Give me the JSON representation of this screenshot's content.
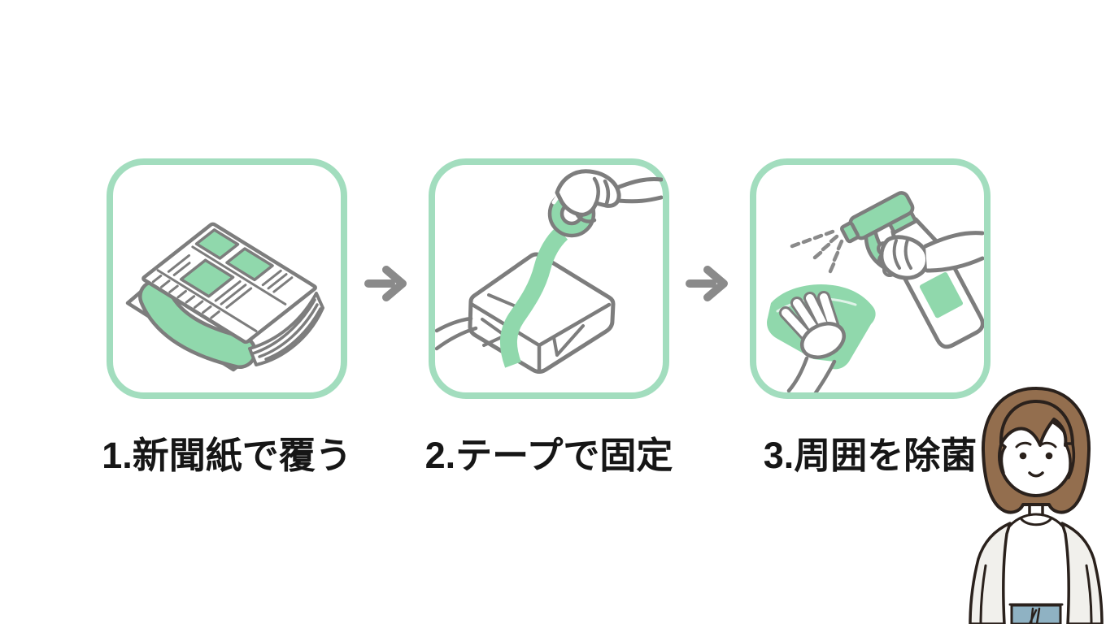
{
  "colors": {
    "background": "#ffffff",
    "card_border": "#a2ddbe",
    "accent_green": "#90d8ac",
    "outline_gray": "#7d7d7d",
    "arrow_gray": "#8a8a8a",
    "label_text": "#161616",
    "mascot_outline": "#2a211c",
    "hair_brown": "#936e4e",
    "cardigan_gray": "#f1f0ec",
    "skirt_blue": "#8fb2c3"
  },
  "steps": [
    {
      "label": "1.新聞紙で覆う",
      "icon": "newspaper-icon"
    },
    {
      "label": "2.テープで固定",
      "icon": "tape-icon"
    },
    {
      "label": "3.周囲を除菌",
      "icon": "spray-icon"
    }
  ],
  "arrows": [
    {
      "icon": "arrow-right-icon",
      "glyph": "→"
    },
    {
      "icon": "arrow-right-icon",
      "glyph": "→"
    }
  ],
  "mascot": {
    "icon": "woman-character"
  }
}
